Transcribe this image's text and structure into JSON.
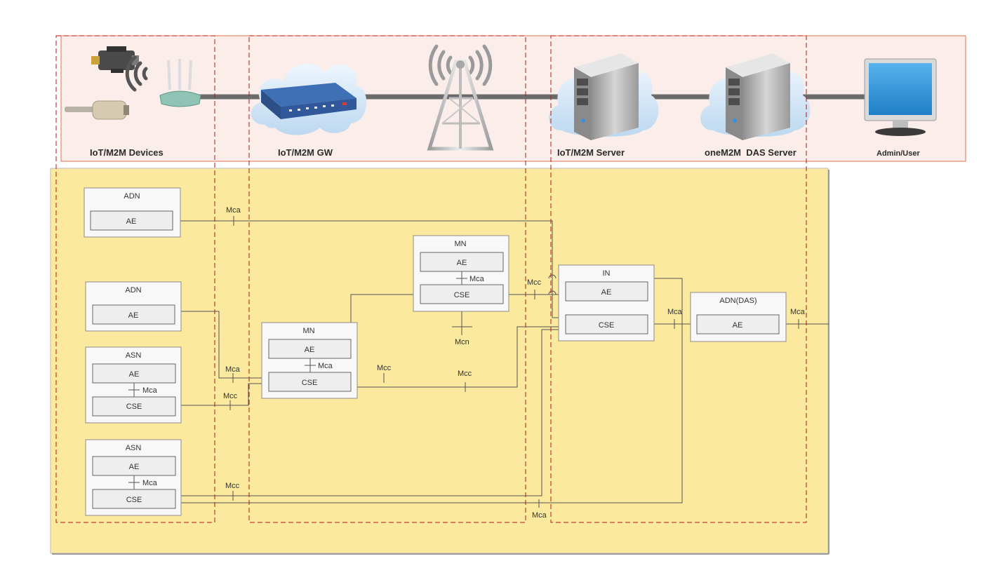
{
  "colors": {
    "band_bg": "#fbeeea",
    "band_border": "#e0714f",
    "area_bg": "#fbe99e",
    "dash": "#b01818",
    "node_fill": "#f8f8f8",
    "node_border": "#8c8c8c"
  },
  "devices_row": {
    "labels": {
      "devices": "IoT/M2M Devices",
      "gateway": "IoT/M2M GW",
      "server": "IoT/M2M Server",
      "das_server": "oneM2M  DAS Server",
      "admin": "Admin/User"
    },
    "icons": [
      "sensor-icon",
      "probe-sensor-icon",
      "wifi-signal-icon",
      "wireless-router-icon",
      "gateway-device-icon",
      "cell-tower-icon",
      "server-icon",
      "das-server-icon",
      "monitor-icon"
    ]
  },
  "nodes": {
    "adn1": {
      "title": "ADN",
      "ae": "AE"
    },
    "adn2": {
      "title": "ADN",
      "ae": "AE"
    },
    "asn1": {
      "title": "ASN",
      "ae": "AE",
      "cse": "CSE",
      "ref": "Mca"
    },
    "asn2": {
      "title": "ASN",
      "ae": "AE",
      "cse": "CSE",
      "ref": "Mca"
    },
    "mn_left": {
      "title": "MN",
      "ae": "AE",
      "cse": "CSE",
      "ref": "Mca"
    },
    "mn_top": {
      "title": "MN",
      "ae": "AE",
      "cse": "CSE",
      "ref": "Mca"
    },
    "in": {
      "title": "IN",
      "ae": "AE",
      "cse": "CSE"
    },
    "adn_das": {
      "title": "ADN(DAS)",
      "ae": "AE"
    }
  },
  "ref_points": {
    "mca_adn1": "Mca",
    "mca_adn2": "Mca",
    "mcc_asn1": "Mcc",
    "mcc_mid": "Mcc",
    "mcc_mn_in": "Mcc",
    "mcc_mn_top": "Mcc",
    "mcn": "Mcn",
    "mca_in_das": "Mca",
    "mca_das_out": "Mca",
    "mcc_asn2": "Mcc",
    "mca_bottom": "Mca"
  }
}
